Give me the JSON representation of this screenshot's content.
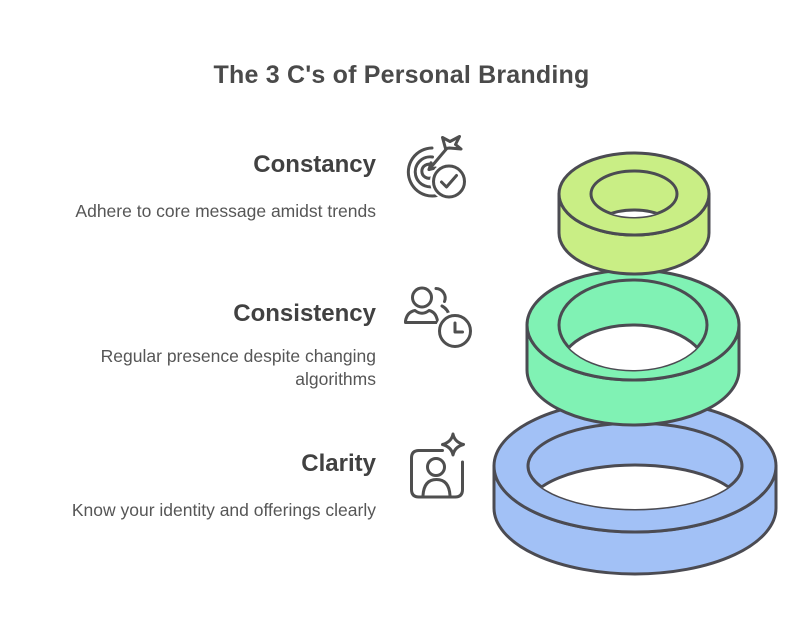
{
  "title": "The 3 C's of Personal Branding",
  "sections": [
    {
      "heading": "Constancy",
      "description": "Adhere to core message amidst trends",
      "icon": "target-dart-check-icon",
      "ring_color": "#c9ee85"
    },
    {
      "heading": "Consistency",
      "description": "Regular presence despite changing algorithms",
      "icon": "people-clock-icon",
      "ring_color": "#80f2b4"
    },
    {
      "heading": "Clarity",
      "description": "Know your identity and offerings clearly",
      "icon": "person-badge-sparkle-icon",
      "ring_color": "#a2c1f6"
    }
  ],
  "colors": {
    "background": "#ffffff",
    "outline": "#4b4b52",
    "icon_stroke": "#4f4f4f",
    "title_text": "#4a4a4a",
    "heading_text": "#414141",
    "description_text": "#565656"
  }
}
